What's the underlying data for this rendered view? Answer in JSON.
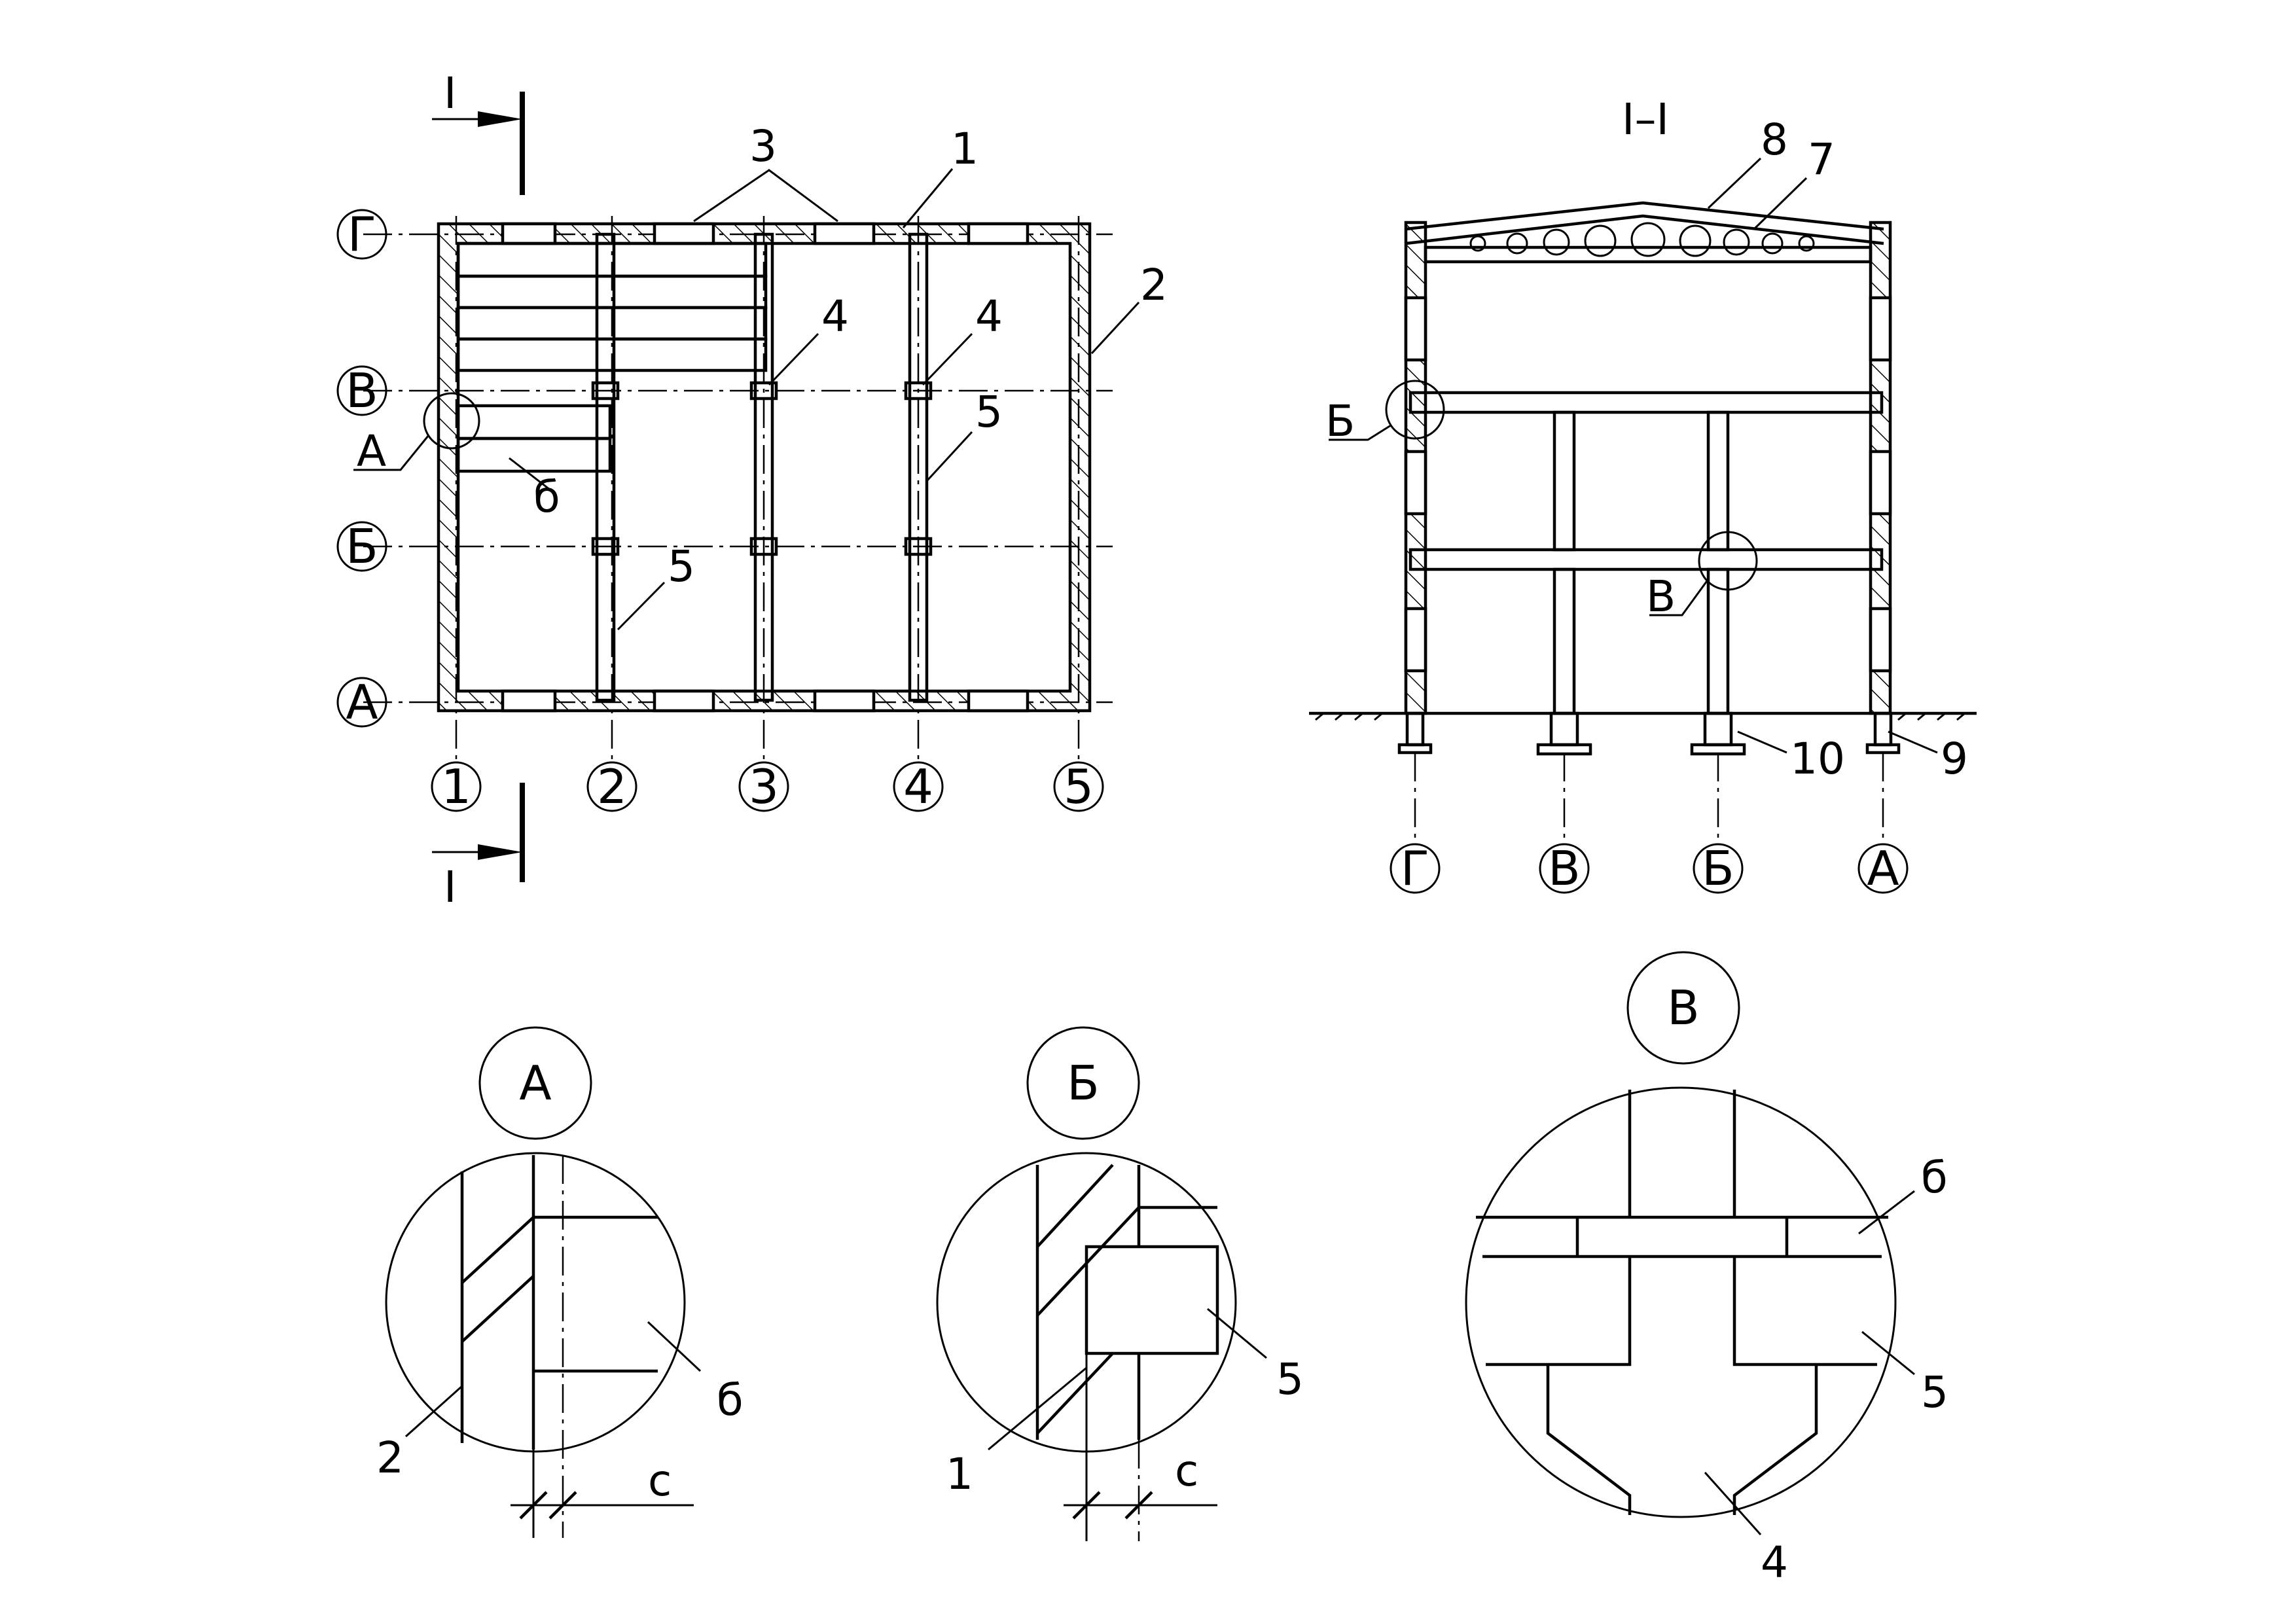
{
  "plan": {
    "section_mark": "I",
    "rows": [
      "Г",
      "В",
      "Б",
      "А"
    ],
    "cols": [
      "1",
      "2",
      "3",
      "4",
      "5"
    ],
    "callouts": [
      "3",
      "1",
      "2",
      "4",
      "4",
      "5",
      "5",
      "б"
    ],
    "detail_ref": "А"
  },
  "section": {
    "title": "I–I",
    "callouts": [
      "8",
      "7",
      "10",
      "9"
    ],
    "axes": [
      "Г",
      "В",
      "Б",
      "А"
    ],
    "detail_refs": [
      "Б",
      "В"
    ]
  },
  "details": {
    "a": {
      "title": "А",
      "labels": [
        "2",
        "б"
      ],
      "dim": "с"
    },
    "b": {
      "title": "Б",
      "labels": [
        "1",
        "5"
      ],
      "dim": "с"
    },
    "c": {
      "title": "В",
      "labels": [
        "б",
        "5",
        "4"
      ]
    }
  }
}
